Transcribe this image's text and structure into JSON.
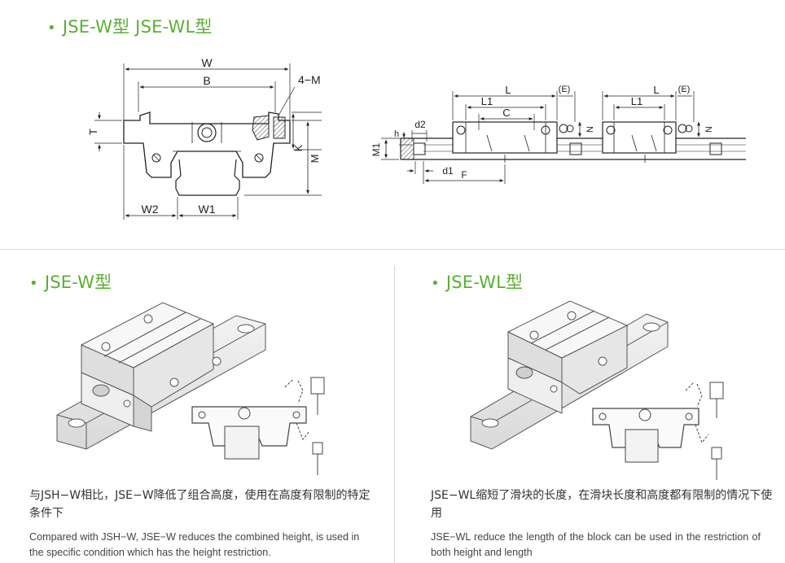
{
  "headings": {
    "top": "JSE-W型 JSE-WL型",
    "left": "JSE-W型",
    "right": "JSE-WL型",
    "bullet": "•"
  },
  "front_view_labels": {
    "W": "W",
    "B": "B",
    "M4": "4−M",
    "T": "T",
    "K": "K",
    "M": "M",
    "W2": "W2",
    "W1": "W1"
  },
  "side_view_labels": {
    "d2": "d2",
    "h": "h",
    "M1": "M1",
    "d1": "d1",
    "F": "F",
    "L": "L",
    "L1": "L1",
    "C": "C",
    "E": "(E)",
    "N": "N"
  },
  "left_panel": {
    "cn": "与JSH−W相比，JSE−W降低了组合高度，使用在高度有限制的特定条件下",
    "en": "Compared with JSH−W, JSE−W reduces the combined height, is used in the specific condition which has the height restriction."
  },
  "right_panel": {
    "cn": "JSE−WL缩短了滑块的长度，在滑块长度和高度都有限制的情况下使用",
    "en": "JSE−WL reduce the length of the block can be used in the restriction of both height and length"
  },
  "colors": {
    "accent": "#5aaf32",
    "divider": "#d8d8d8"
  }
}
